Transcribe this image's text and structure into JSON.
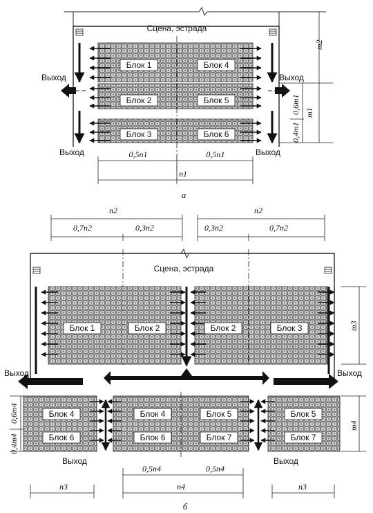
{
  "figure_a": {
    "stage": "Сцена, эстрада",
    "exits": [
      "Выход",
      "Выход",
      "Выход",
      "Выход"
    ],
    "blocks": [
      "Блок 1",
      "Блок 4",
      "Блок 2",
      "Блок 5",
      "Блок 3",
      "Блок 6"
    ],
    "dims": {
      "half_left": "0,5n1",
      "half_right": "0,5n1",
      "width": "n1",
      "m2": "m2",
      "m1": "m1",
      "part_06": "0,6m1",
      "part_04": "0,4m1"
    },
    "caption": "а"
  },
  "figure_b": {
    "stage": "Сцена, эстрада",
    "exits": [
      "Выход",
      "Выход",
      "Выход",
      "Выход"
    ],
    "blocks_top": [
      "Блок 1",
      "Блок 2",
      "Блок 2",
      "Блок 3"
    ],
    "blocks_bottom": [
      "Блок 4",
      "Блок 6",
      "Блок 4",
      "Блок 5",
      "Блок 6",
      "Блок 7",
      "Блок 5",
      "Блок 7"
    ],
    "dims": {
      "n2_left": "n2",
      "n2_right": "n2",
      "l_07": "0,7n2",
      "l_03": "0,3n2",
      "r_03": "0,3n2",
      "r_07": "0,7n2",
      "m3": "m3",
      "m4": "m4",
      "m4_06": "0,6m4",
      "m4_04": "0,4m4",
      "half_left": "0,5n4",
      "half_right": "0,5n4",
      "n4": "n4",
      "n3_left": "n3",
      "n3_right": "n3"
    },
    "caption": "б"
  }
}
